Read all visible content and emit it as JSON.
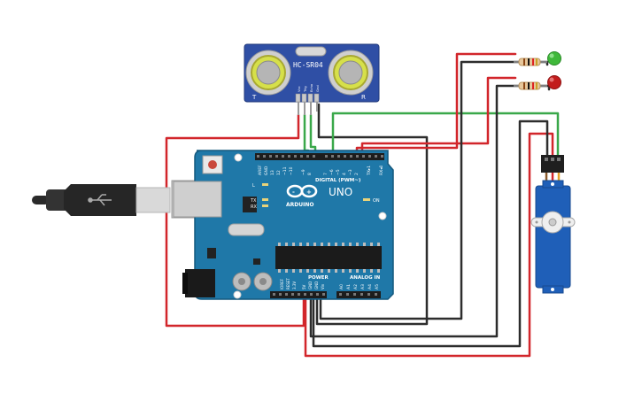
{
  "sensor": {
    "model": "HC-SR04",
    "left_mark": "T",
    "right_mark": "R",
    "pins": [
      "Vcc",
      "Trig",
      "Echo",
      "Gnd"
    ]
  },
  "arduino": {
    "brand": "ARDUINO",
    "model": "UNO",
    "digital_label": "DIGITAL (PWM~)",
    "digital_pins": [
      "AREF",
      "GND",
      "13",
      "12",
      "~11",
      "~10",
      "~9",
      "8",
      "7",
      "~6",
      "~5",
      "4",
      "~3",
      "2",
      "TX▸1",
      "RX◂0"
    ],
    "power_label": "POWER",
    "power_pins": [
      "IOREF",
      "RESET",
      "3.3V",
      "5V",
      "GND",
      "GND",
      "Vin"
    ],
    "analog_label": "ANALOG IN",
    "analog_pins": [
      "A0",
      "A1",
      "A2",
      "A3",
      "A4",
      "A5"
    ],
    "led_labels": [
      "L",
      "TX",
      "RX"
    ],
    "on_label": "ON"
  },
  "leds": [
    {
      "color": "green",
      "hex": "#3fb83a"
    },
    {
      "color": "red",
      "hex": "#c21d1d"
    }
  ],
  "wire_colors": {
    "power": "#d2262b",
    "ground": "#2d2d2d",
    "signal": "#3aa84a"
  }
}
